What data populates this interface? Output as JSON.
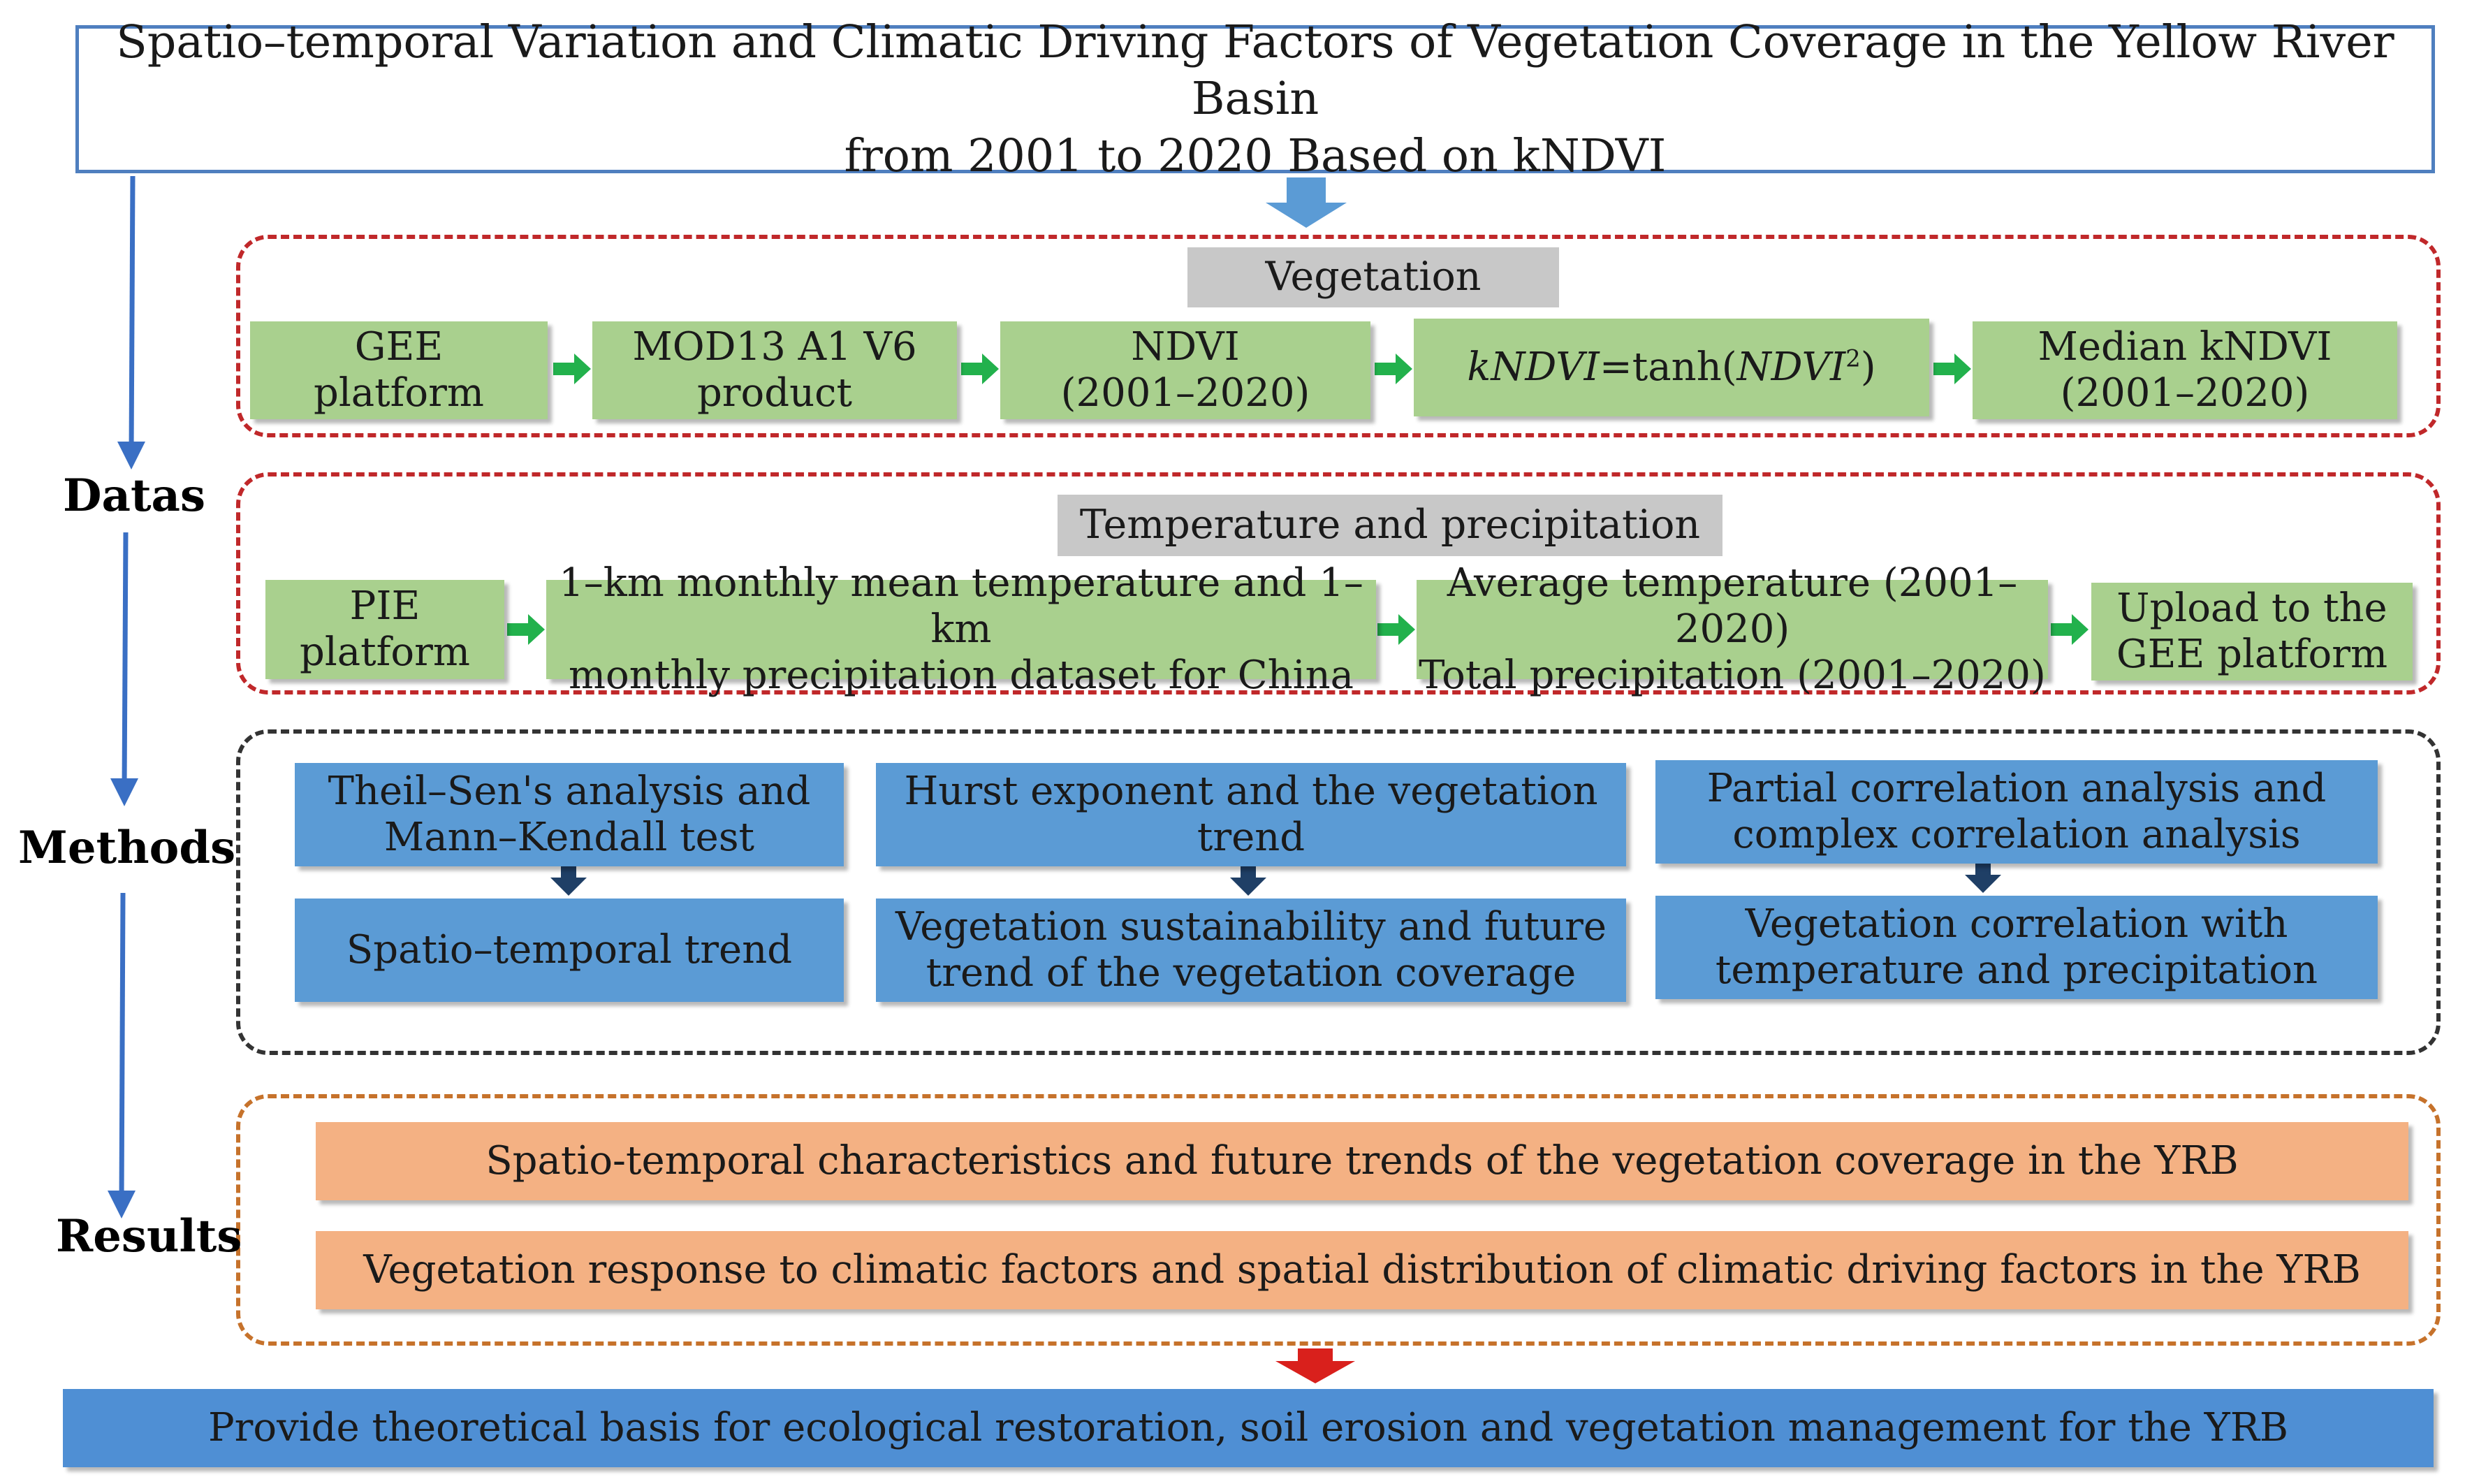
{
  "title": "Spatio–temporal Variation and Climatic Driving Factors of Vegetation Coverage in the Yellow River Basin\nfrom 2001 to 2020 Based on kNDVI",
  "section_labels": {
    "datas": "Datas",
    "methods": "Methods",
    "results": "Results"
  },
  "vegetation": {
    "label": "Vegetation",
    "steps": [
      "GEE\nplatform",
      "MOD13 A1 V6\nproduct",
      "NDVI\n(2001–2020)",
      "kNDVI=tanh(NDVI²)",
      "Median kNDVI\n(2001–2020)"
    ],
    "formula": {
      "lhs": "kNDVI",
      "eq": "=tanh(",
      "arg": "NDVI",
      "sup": "2",
      "close": ")"
    }
  },
  "climate": {
    "label": "Temperature and precipitation",
    "steps": [
      "PIE\nplatform",
      "1–km monthly mean temperature and 1–km\nmonthly precipitation dataset for China",
      "Average temperature (2001–2020)\nTotal precipitation (2001–2020)",
      "Upload to the\nGEE platform"
    ]
  },
  "methods": {
    "columns": [
      {
        "method": "Theil–Sen's analysis and\nMann–Kendall test",
        "result": "Spatio–temporal trend"
      },
      {
        "method": "Hurst exponent and the vegetation\ntrend",
        "result": "Vegetation sustainability and future\ntrend of the vegetation coverage"
      },
      {
        "method": "Partial correlation analysis and\ncomplex correlation analysis",
        "result": "Vegetation correlation with\ntemperature and precipitation"
      }
    ]
  },
  "results": [
    "Spatio-temporal characteristics and future trends of the vegetation coverage in the YRB",
    "Vegetation response to climatic factors and spatial distribution of climatic driving factors in the YRB"
  ],
  "final": "Provide theoretical basis for ecological restoration, soil erosion and vegetation management for the YRB",
  "colors": {
    "title_border": "#4f7fbf",
    "data_dash": "#c0282a",
    "methods_dash": "#333333",
    "results_dash": "#c6722b",
    "green_box": "#a9d08e",
    "green_arrow": "#22b14c",
    "blue_box": "#5b9bd5",
    "orange_box": "#f4b183",
    "gray_label": "#c8c8c8",
    "flow_arrow": "#3a6fc4",
    "final_arrow": "#d9201c"
  }
}
